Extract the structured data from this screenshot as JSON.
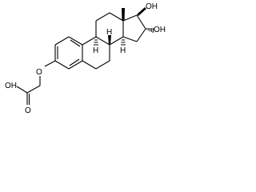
{
  "molecule": {
    "atom_labels": {
      "O_ether": "O",
      "O_acid_carbonyl": "O",
      "OH_acid": "OH",
      "OH_17": "OH",
      "OH_16": "OH",
      "H_9": "H",
      "H_8": "H",
      "H_14": "H"
    },
    "colors": {
      "bond": "#000000",
      "label": "#000000",
      "background": "#ffffff"
    }
  }
}
